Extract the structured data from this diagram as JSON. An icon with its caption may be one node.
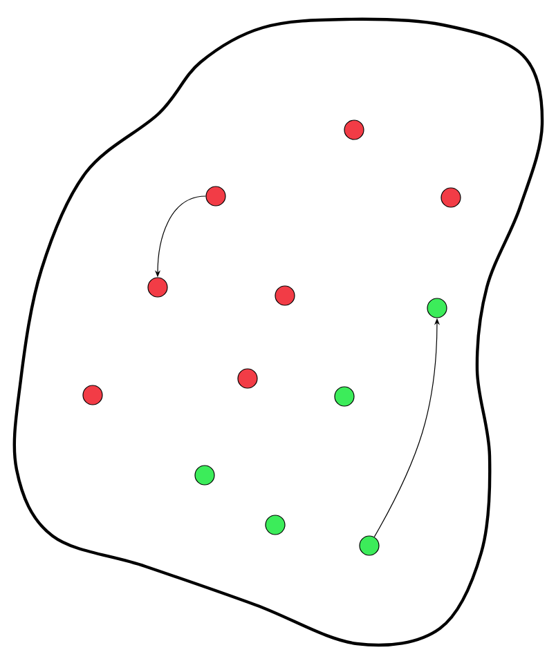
{
  "diagram": {
    "nodes": [
      {
        "text": [],
        "shape": "cloud"
      },
      {
        "text": [],
        "shape": "circle",
        "in": 0
      },
      {
        "text": [],
        "shape": "circle",
        "in": 0
      },
      {
        "text": [],
        "shape": "circle",
        "in": 0
      },
      {
        "text": [],
        "shape": "circle",
        "in": 0
      },
      {
        "text": [],
        "shape": "circle",
        "in": 0
      },
      {
        "text": [],
        "shape": "circle",
        "in": 0
      },
      {
        "text": [],
        "shape": "circle",
        "in": 0
      },
      {
        "text": [],
        "shape": "circle",
        "in": 0
      },
      {
        "text": [],
        "shape": "circle",
        "in": 0
      },
      {
        "text": [],
        "shape": "circle",
        "in": 0
      },
      {
        "text": [],
        "shape": "circle",
        "in": 0
      },
      {
        "text": [],
        "shape": "circle",
        "in": 0
      }
    ],
    "edges": [
      {
        "from": 2,
        "to": 4,
        "arrow": "to"
      },
      {
        "from": 12,
        "to": 6,
        "arrow": "to"
      }
    ]
  }
}
